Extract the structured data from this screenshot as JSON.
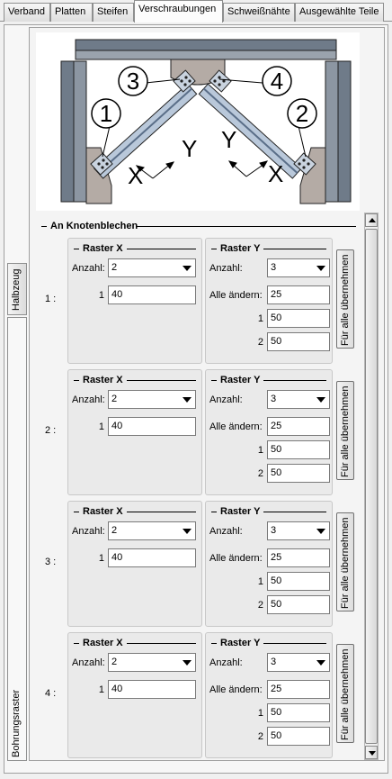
{
  "tabs": [
    "Verband",
    "Platten",
    "Steifen",
    "Verschraubungen",
    "Schweißnähte",
    "Ausgewählte Teile"
  ],
  "active_tab": "Verschraubungen",
  "side_tabs": {
    "top": "Halbzeug",
    "bottom": "Bohrungsraster"
  },
  "drawing": {
    "labels": [
      "1",
      "2",
      "3",
      "4"
    ],
    "axes": [
      "X",
      "Y",
      "Y",
      "X"
    ]
  },
  "group_title": "An Knotenblechen",
  "common": {
    "raster_x": "Raster X",
    "raster_y": "Raster Y",
    "anzahl": "Anzahl:",
    "alle_aendern": "Alle ändern:",
    "apply_all": "Für alle übernehmen",
    "idx1": "1",
    "idx2": "2"
  },
  "rows": [
    {
      "label": "1 :",
      "x_count": "2",
      "x1": "40",
      "y_count": "3",
      "y_all": "25",
      "y1": "50",
      "y2": "50"
    },
    {
      "label": "2 :",
      "x_count": "2",
      "x1": "40",
      "y_count": "3",
      "y_all": "25",
      "y1": "50",
      "y2": "50"
    },
    {
      "label": "3 :",
      "x_count": "2",
      "x1": "40",
      "y_count": "3",
      "y_all": "25",
      "y1": "50",
      "y2": "50"
    },
    {
      "label": "4 :",
      "x_count": "2",
      "x1": "40",
      "y_count": "3",
      "y_all": "25",
      "y1": "50",
      "y2": "50"
    }
  ]
}
